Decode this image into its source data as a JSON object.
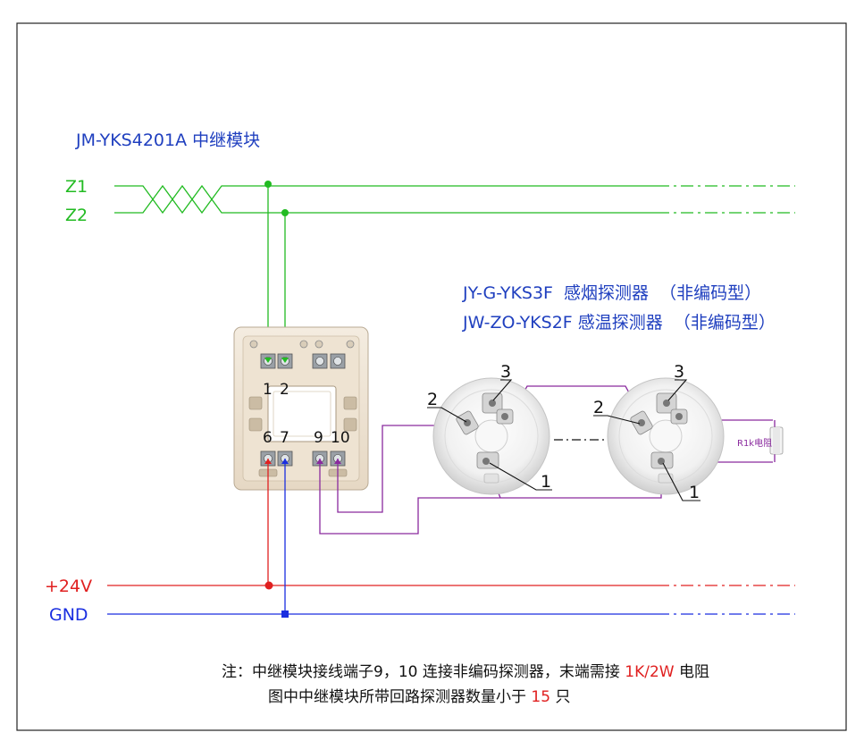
{
  "module_title": "JM-YKS4201A 中继模块",
  "labels": {
    "z1": "Z1",
    "z2": "Z2",
    "plus24v": "+24V",
    "gnd": "GND",
    "resistor": "R1k电阻"
  },
  "detectors": {
    "line1": "JY-G-YKS3F  感烟探测器  （非编码型）",
    "line2": "JW-ZO-YKS2F 感温探测器  （非编码型）"
  },
  "module_terminals": {
    "t1": "1",
    "t2": "2",
    "t6": "6",
    "t7": "7",
    "t9": "9",
    "t10": "10"
  },
  "detector_terminals": {
    "d1_t1": "1",
    "d1_t2": "2",
    "d1_t3": "3",
    "d2_t1": "1",
    "d2_t2": "2",
    "d2_t3": "3"
  },
  "note": {
    "line1_a": "注：中继模块接线端子9，10 连接非编码探测器，末端需接 ",
    "line1_highlight": "1K/2W",
    "line1_b": " 电阻",
    "line2_a": "图中中继模块所带回路探测器数量小于 ",
    "line2_highlight": "15",
    "line2_b": " 只"
  },
  "colors": {
    "blue_text": "#1f3fbf",
    "green": "#22bb22",
    "red": "#e02020",
    "blue": "#1a2ee0",
    "purple": "#8a2a9e",
    "highlight": "#e02020",
    "black": "#111111"
  }
}
